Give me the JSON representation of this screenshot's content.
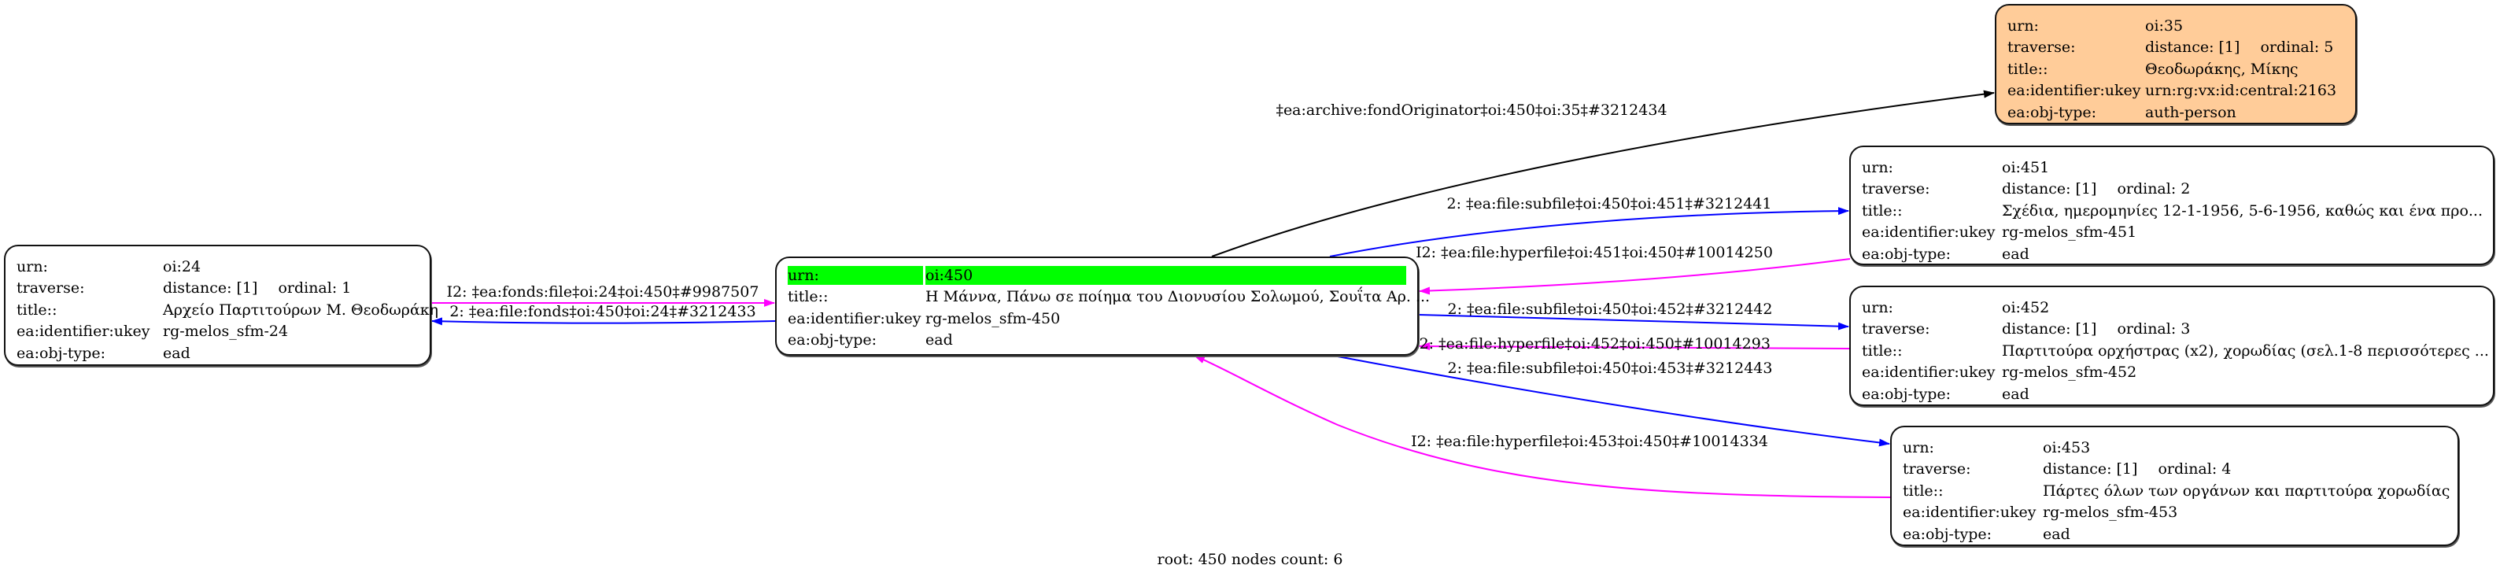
{
  "graph": {
    "footer": "root: 450 nodes count: 6",
    "colors": {
      "forward_edge": "#0000ff",
      "inverse_edge": "#ff00ff",
      "originator_edge": "#000000",
      "root_highlight": "#00ff00",
      "auth_fill": "#ffcc99"
    },
    "nodes": [
      {
        "id": "oi24",
        "rows": [
          {
            "k": "urn:",
            "v": "oi:24"
          },
          {
            "k": "traverse:",
            "v": "distance: [1]",
            "v2": "ordinal: 1"
          },
          {
            "k": "title::",
            "v": "Αρχείο Παρτιτούρων Μ. Θεοδωράκη"
          },
          {
            "k": "ea:identifier:ukey",
            "v": "rg-melos_sfm-24"
          },
          {
            "k": "ea:obj-type:",
            "v": "ead"
          }
        ]
      },
      {
        "id": "oi450",
        "root": true,
        "rows": [
          {
            "k": "urn:",
            "v": "oi:450"
          },
          {
            "k": "title::",
            "v": "Η Μάννα, Πάνω σε ποίημα του Διονυσίου Σολωμού, Σουΐτα Αρ. ..."
          },
          {
            "k": "ea:identifier:ukey",
            "v": "rg-melos_sfm-450"
          },
          {
            "k": "ea:obj-type:",
            "v": "ead"
          }
        ]
      },
      {
        "id": "oi35",
        "auth": true,
        "rows": [
          {
            "k": "urn:",
            "v": "oi:35"
          },
          {
            "k": "traverse:",
            "v": "distance: [1]",
            "v2": "ordinal: 5"
          },
          {
            "k": "title::",
            "v": "Θεοδωράκης, Μίκης"
          },
          {
            "k": "ea:identifier:ukey",
            "v": "urn:rg:vx:id:central:2163"
          },
          {
            "k": "ea:obj-type:",
            "v": "auth-person"
          }
        ]
      },
      {
        "id": "oi451",
        "rows": [
          {
            "k": "urn:",
            "v": "oi:451"
          },
          {
            "k": "traverse:",
            "v": "distance: [1]",
            "v2": "ordinal: 2"
          },
          {
            "k": "title::",
            "v": "Σχέδια, ημερομηνίες 12-1-1956, 5-6-1956, καθώς και ένα προ..."
          },
          {
            "k": "ea:identifier:ukey",
            "v": "rg-melos_sfm-451"
          },
          {
            "k": "ea:obj-type:",
            "v": "ead"
          }
        ]
      },
      {
        "id": "oi452",
        "rows": [
          {
            "k": "urn:",
            "v": "oi:452"
          },
          {
            "k": "traverse:",
            "v": "distance: [1]",
            "v2": "ordinal: 3"
          },
          {
            "k": "title::",
            "v": "Παρτιτούρα ορχήστρας (x2), χορωδίας (σελ.1-8 περισσότερες ..."
          },
          {
            "k": "ea:identifier:ukey",
            "v": "rg-melos_sfm-452"
          },
          {
            "k": "ea:obj-type:",
            "v": "ead"
          }
        ]
      },
      {
        "id": "oi453",
        "rows": [
          {
            "k": "urn:",
            "v": "oi:453"
          },
          {
            "k": "traverse:",
            "v": "distance: [1]",
            "v2": "ordinal: 4"
          },
          {
            "k": "title::",
            "v": "Πάρτες όλων των οργάνων και παρτιτούρα χορωδίας"
          },
          {
            "k": "ea:identifier:ukey",
            "v": "rg-melos_sfm-453"
          },
          {
            "k": "ea:obj-type:",
            "v": "ead"
          }
        ]
      }
    ],
    "edges": [
      {
        "id": "e1",
        "from": "oi24",
        "to": "oi450",
        "type": "inverse",
        "label": "I2: ‡ea:fonds:file‡oi:24‡oi:450‡#9987507"
      },
      {
        "id": "e2",
        "from": "oi450",
        "to": "oi24",
        "type": "forward",
        "label": "2: ‡ea:file:fonds‡oi:450‡oi:24‡#3212433"
      },
      {
        "id": "e3",
        "from": "oi450",
        "to": "oi35",
        "type": "originator",
        "label": "‡ea:archive:fondOriginator‡oi:450‡oi:35‡#3212434"
      },
      {
        "id": "e4",
        "from": "oi450",
        "to": "oi451",
        "type": "forward",
        "label": "2: ‡ea:file:subfile‡oi:450‡oi:451‡#3212441"
      },
      {
        "id": "e5",
        "from": "oi451",
        "to": "oi450",
        "type": "inverse",
        "label": "I2: ‡ea:file:hyperfile‡oi:451‡oi:450‡#10014250"
      },
      {
        "id": "e6",
        "from": "oi450",
        "to": "oi452",
        "type": "forward",
        "label": "2: ‡ea:file:subfile‡oi:450‡oi:452‡#3212442"
      },
      {
        "id": "e7",
        "from": "oi452",
        "to": "oi450",
        "type": "inverse",
        "label": "I2: ‡ea:file:hyperfile‡oi:452‡oi:450‡#10014293"
      },
      {
        "id": "e8",
        "from": "oi450",
        "to": "oi453",
        "type": "forward",
        "label": "2: ‡ea:file:subfile‡oi:450‡oi:453‡#3212443"
      },
      {
        "id": "e9",
        "from": "oi453",
        "to": "oi450",
        "type": "inverse",
        "label": "I2: ‡ea:file:hyperfile‡oi:453‡oi:450‡#10014334"
      }
    ]
  }
}
